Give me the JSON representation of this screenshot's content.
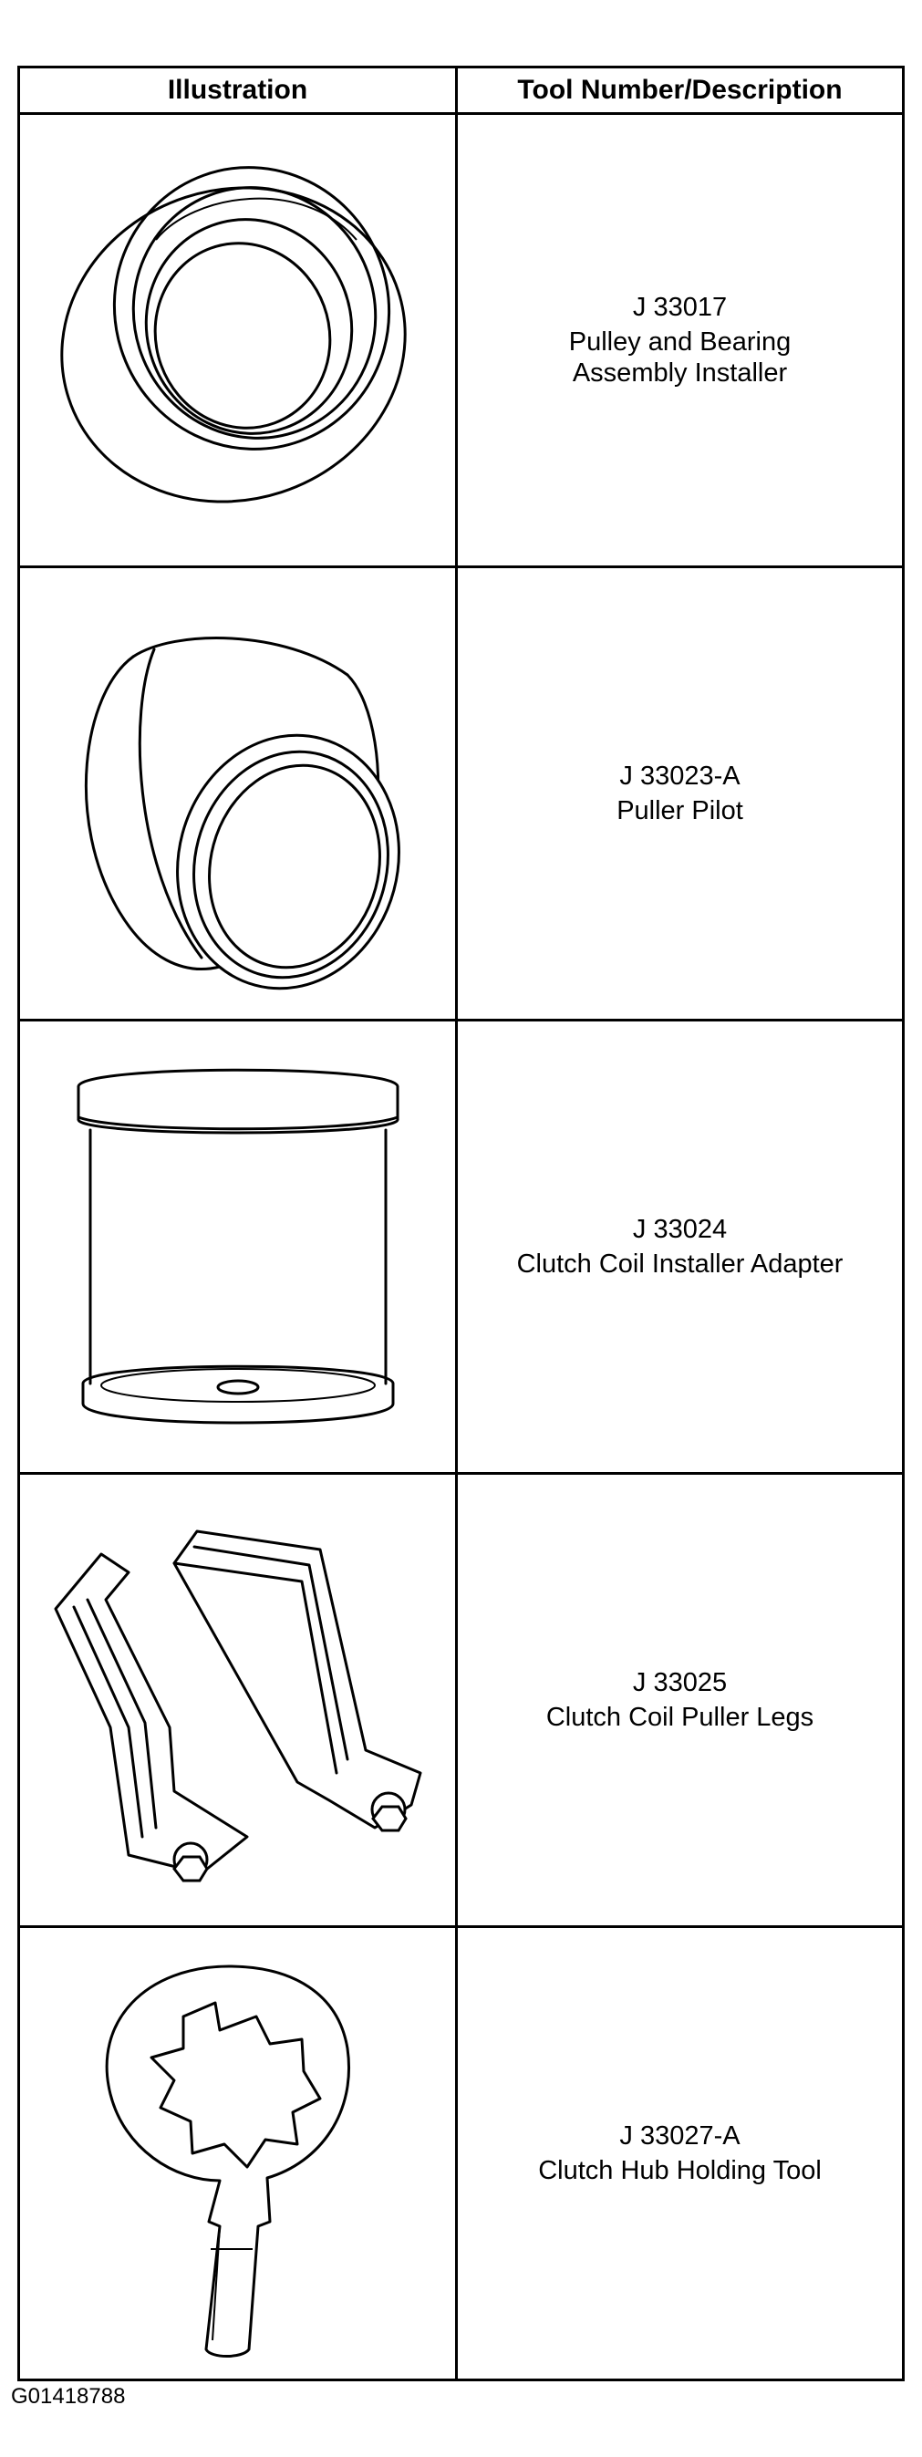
{
  "table": {
    "headers": {
      "illustration": "Illustration",
      "description": "Tool Number/Description"
    },
    "rows": [
      {
        "number": "J 33017",
        "description": "Pulley and Bearing Assembly Installer",
        "icon": "pulley-bearing-installer-icon"
      },
      {
        "number": "J 33023-A",
        "description": "Puller Pilot",
        "icon": "puller-pilot-icon"
      },
      {
        "number": "J 33024",
        "description": "Clutch Coil Installer Adapter",
        "icon": "coil-installer-adapter-icon"
      },
      {
        "number": "J 33025",
        "description": "Clutch Coil Puller Legs",
        "icon": "coil-puller-legs-icon"
      },
      {
        "number": "J 33027-A",
        "description": "Clutch Hub Holding Tool",
        "icon": "hub-holding-tool-icon"
      }
    ]
  },
  "figure_id": "G01418788"
}
